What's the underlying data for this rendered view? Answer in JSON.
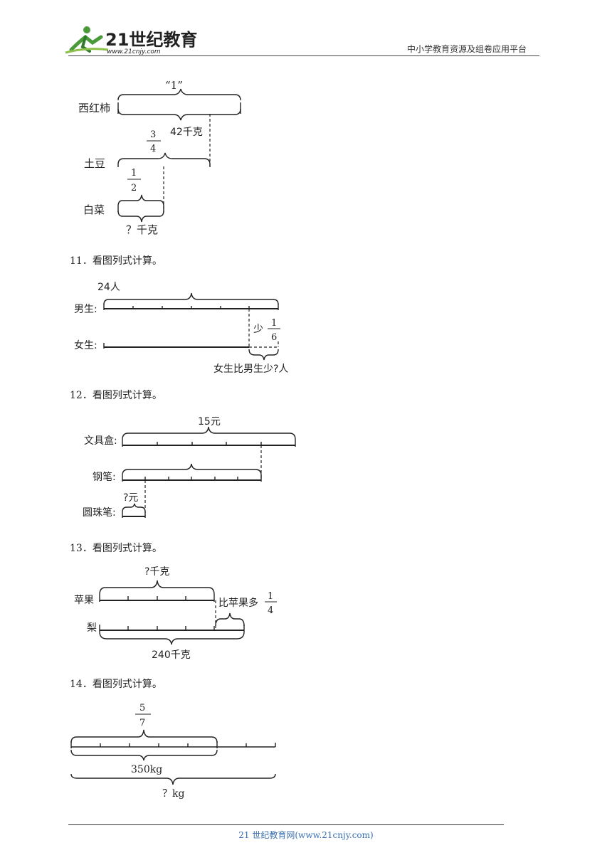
{
  "header": {
    "logo_text": "21世纪教育",
    "logo_url": "www.21cnjy.com",
    "right_text": "中小学教育资源及组卷应用平台"
  },
  "q10": {
    "row1": "西红柿",
    "row2": "土豆",
    "row3": "白菜",
    "unit_one": "“1”",
    "weight": "42千克",
    "frac1_num": "3",
    "frac1_den": "4",
    "frac2_num": "1",
    "frac2_den": "2",
    "question": "？千克"
  },
  "q11": {
    "title": "11．看图列式计算。",
    "row1": "男生:",
    "row2": "女生:",
    "total": "24人",
    "less": "少",
    "frac_num": "1",
    "frac_den": "6",
    "question": "女生比男生少?人"
  },
  "q12": {
    "title": "12．看图列式计算。",
    "row1": "文具盒:",
    "row2": "钢笔:",
    "row3": "圆珠笔:",
    "price": "15元",
    "question": "?元"
  },
  "q13": {
    "title": "13．看图列式计算。",
    "row1": "苹果",
    "row2": "梨",
    "question": "?千克",
    "more": "比苹果多",
    "frac_num": "1",
    "frac_den": "4",
    "weight": "240千克"
  },
  "q14": {
    "title": "14．看图列式计算。",
    "frac_num": "5",
    "frac_den": "7",
    "weight": "350kg",
    "question": "？kg"
  },
  "footer": {
    "text": "21 世纪教育网(www.21cnjy.com)"
  }
}
